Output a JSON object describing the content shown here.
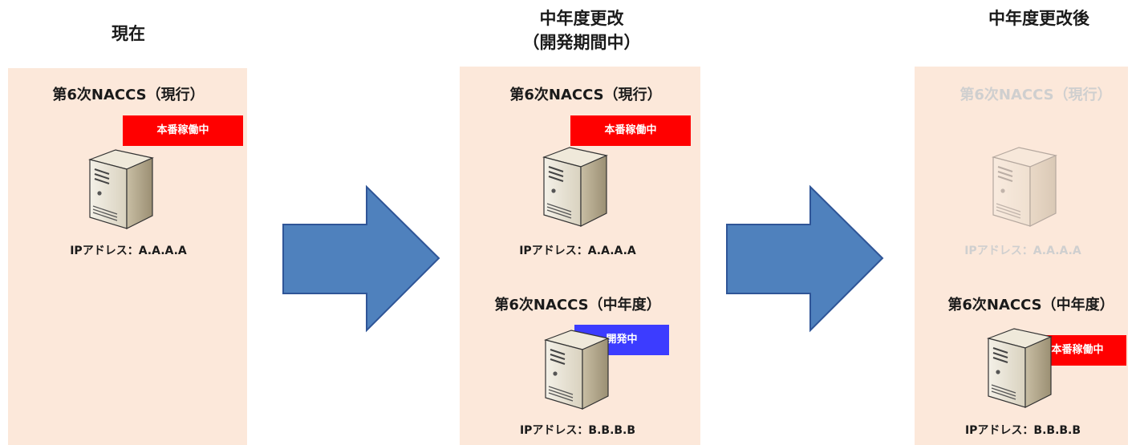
{
  "stages": [
    {
      "title_lines": [
        "現在"
      ]
    },
    {
      "title_lines": [
        "中年度更改",
        "（開発期間中）"
      ]
    },
    {
      "title_lines": [
        "中年度更改後"
      ]
    }
  ],
  "panels": [
    {
      "systems": [
        {
          "title": "第6次NACCS（現行）",
          "status": "本番稼働中",
          "status_color": "#ff0000",
          "ip": "IPアドレス：A.A.A.A",
          "faded": false
        }
      ]
    },
    {
      "systems": [
        {
          "title": "第6次NACCS（現行）",
          "status": "本番稼働中",
          "status_color": "#ff0000",
          "ip": "IPアドレス：A.A.A.A",
          "faded": false
        },
        {
          "title": "第6次NACCS（中年度）",
          "status": "開発中",
          "status_color": "#3c3cff",
          "ip": "IPアドレス：B.B.B.B",
          "faded": false
        }
      ]
    },
    {
      "systems": [
        {
          "title": "第6次NACCS（現行）",
          "status": "",
          "ip": "IPアドレス：A.A.A.A",
          "faded": true
        },
        {
          "title": "第6次NACCS（中年度）",
          "status": "本番稼働中",
          "status_color": "#ff0000",
          "ip": "IPアドレス：B.B.B.B",
          "faded": false
        }
      ]
    }
  ],
  "colors": {
    "panel_bg": "#fce8da",
    "arrow_fill": "#4f81bd",
    "arrow_stroke": "#2f5597"
  },
  "icons": {
    "server": "server-icon",
    "arrow": "arrow-right-icon"
  }
}
